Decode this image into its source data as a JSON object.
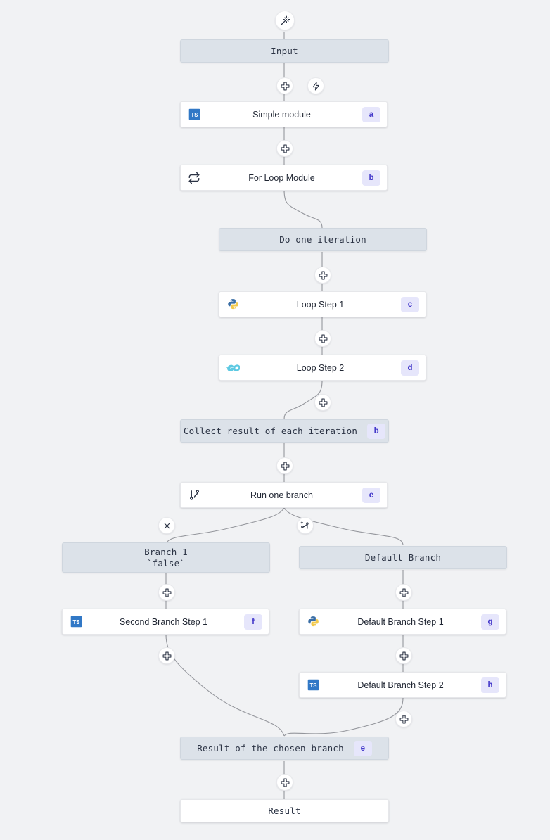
{
  "app": {
    "title": "Flow graph editor",
    "background_color": "#f1f2f4",
    "frame_color": "#dce2e9",
    "badge_bg": "#e6e6fb",
    "badge_fg": "#4338ca",
    "edge_color": "#94969c"
  },
  "top_control": {
    "ai_label": "AI flow builder",
    "icon": "magic-wand-icon"
  },
  "nodes": {
    "input": {
      "label": "Input",
      "kind": "frame"
    },
    "simple_module": {
      "label": "Simple module",
      "badge": "a",
      "lang": "typescript"
    },
    "for_loop_module": {
      "label": "For Loop Module",
      "badge": "b",
      "lang": "loop"
    },
    "do_one_iteration": {
      "label": "Do one iteration",
      "kind": "frame"
    },
    "loop_step_1": {
      "label": "Loop Step 1",
      "badge": "c",
      "lang": "python"
    },
    "loop_step_2": {
      "label": "Loop Step 2",
      "badge": "d",
      "lang": "go"
    },
    "collect_result": {
      "label": "Collect result of each iteration",
      "badge": "b",
      "kind": "frame"
    },
    "run_one_branch": {
      "label": "Run one branch",
      "badge": "e",
      "lang": "branch"
    },
    "branch_1": {
      "label_line1": "Branch 1",
      "label_line2": "`false`",
      "kind": "frame"
    },
    "default_branch": {
      "label": "Default Branch",
      "kind": "frame"
    },
    "second_branch_step_1": {
      "label": "Second Branch Step 1",
      "badge": "f",
      "lang": "typescript"
    },
    "default_branch_step_1": {
      "label": "Default Branch Step 1",
      "badge": "g",
      "lang": "python"
    },
    "default_branch_step_2": {
      "label": "Default Branch Step 2",
      "badge": "h",
      "lang": "typescript"
    },
    "result_of_chosen_branch": {
      "label": "Result of the chosen branch",
      "badge": "e",
      "kind": "frame"
    },
    "result": {
      "label": "Result",
      "kind": "plain"
    }
  },
  "handles": {
    "add": "Add step",
    "zap": "Add trigger",
    "close": "Remove branch",
    "add_branch": "Add branch"
  }
}
